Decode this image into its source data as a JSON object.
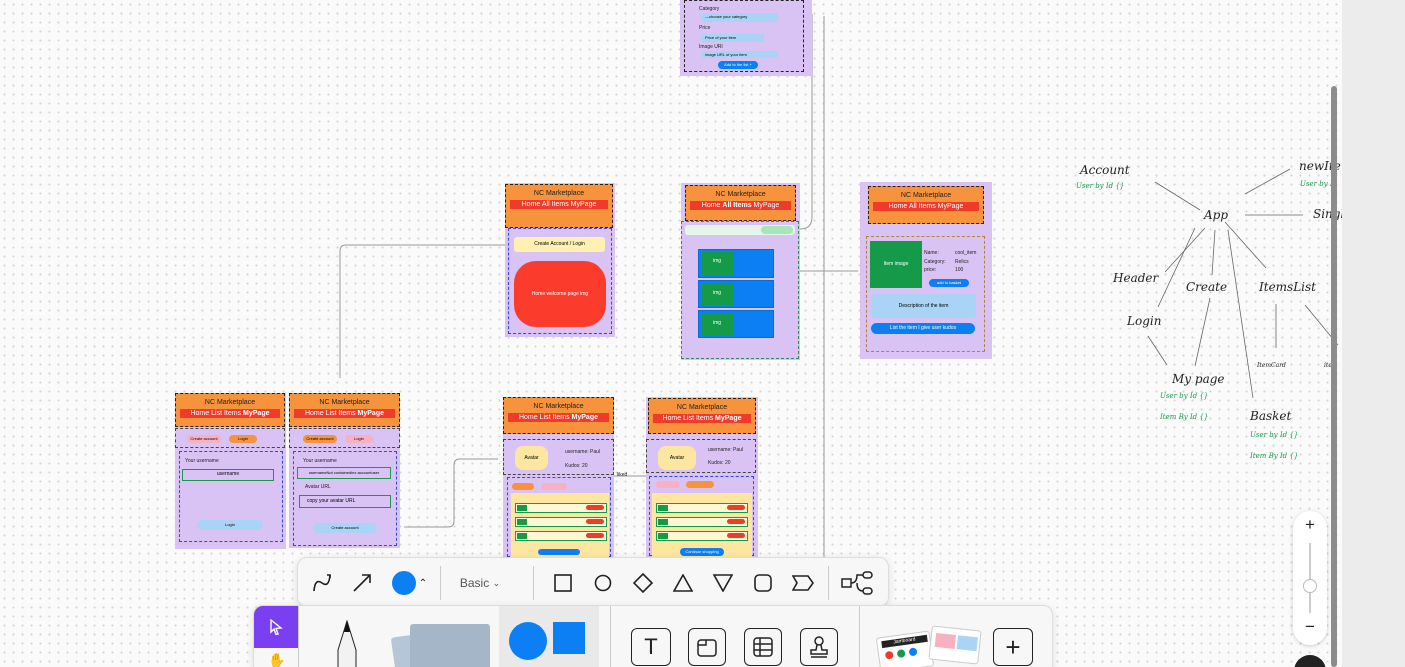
{
  "canvas": {
    "header_title": "NC Marketplace",
    "nav_home": "Home",
    "nav_list_items": "List Items",
    "nav_all_items": "All Items",
    "nav_mypage": "MyPage",
    "create_account_login": "Create Account / Login",
    "home_welcome": "Home welcome page img",
    "create_account_btn": "Create account",
    "login_btn": "Login",
    "your_username": "Your username",
    "username_placeholder": "username",
    "login_submit": "Login",
    "signup_username_label": "Your username",
    "signup_username_value": "usernameNot containedinx accountuser",
    "avatar_url_label": "Avatar URL",
    "avatar_url_value": "copy your avatar URL",
    "create_account_submit": "Create account",
    "avatar_label": "Avatar",
    "username_paul": "username: Paul",
    "kudos": "Kudos: 20",
    "username_paul2": "username: Paul",
    "kudos2": "Kudos: 20",
    "item_image": "Item image",
    "name_label": "Name:",
    "name_value": "cool_item",
    "category_label": "Category:",
    "category_value": "Relics",
    "price_label": "price:",
    "price_value": "100",
    "description": "Description of the item",
    "list_the_item": "List the item I give user kudos",
    "img": "img",
    "category_top": "Category",
    "choose_category": "—choose your category",
    "price_top": "Price",
    "price_of_item": "Price of your item",
    "image_url": "Image URl",
    "image_url_placeholder": "image URL of your item",
    "add_to_items": "Add to the list +",
    "liked": "liked",
    "continue_shopping": "Continue shopping",
    "add_to_basket": "add to basket"
  },
  "tree": {
    "app": "App",
    "account": "Account",
    "account_sub": "User by Id {}",
    "new_item": "newIte",
    "new_item_sub": "User by Id",
    "single": "Singl",
    "header": "Header",
    "create": "Create",
    "items_list": "ItemsList",
    "login": "Login",
    "my_page": "My page",
    "my_page_sub1": "User by Id {}",
    "my_page_sub2": "Item By Id {}",
    "item_card": "ItemCard",
    "item_card2": "item",
    "basket": "Basket",
    "basket_sub1": "User by Id {}",
    "basket_sub2": "Item By Id {}"
  },
  "toolbar": {
    "shape_style": "Basic",
    "accent_color": "#0c7ff5",
    "icons": [
      "connector-icon",
      "arrow-icon",
      "color-swatch",
      "square-icon",
      "circle-icon",
      "diamond-icon",
      "triangle-icon",
      "triangle-down-icon",
      "rounded-rect-icon",
      "tag-shape-icon",
      "mindmap-icon"
    ]
  },
  "dock": {
    "select_color": "#7b3ff2",
    "icons": [
      "select-icon",
      "hand-icon",
      "pen-tool",
      "sticky-note",
      "shapes",
      "text-icon",
      "frame-icon",
      "table-icon",
      "stamp-icon",
      "templates",
      "add-icon"
    ],
    "template_label": "Jamboard"
  },
  "zoom": {
    "plus": "+",
    "minus": "−"
  }
}
